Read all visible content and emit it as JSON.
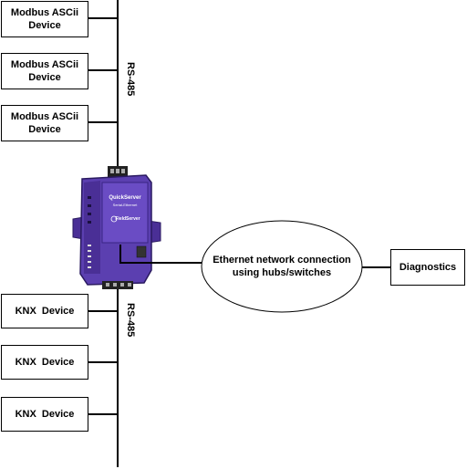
{
  "modbus_devices": [
    {
      "label": "Modbus ASCii Device"
    },
    {
      "label": "Modbus ASCii Device"
    },
    {
      "label": "Modbus ASCii Device"
    }
  ],
  "knx_devices": [
    {
      "label": "KNX  Device"
    },
    {
      "label": "KNX  Device"
    },
    {
      "label": "KNX  Device"
    }
  ],
  "bus_top_label": "RS-485",
  "bus_bottom_label": "RS-485",
  "ethernet_label": "Ethernet network connection using hubs/switches",
  "diagnostics_label": "Diagnostics",
  "gateway": {
    "brand": "QuickServer",
    "subtitle": "Serial-Ethernet",
    "maker": "FieldServer",
    "color": "#5b3fb0",
    "dark_color": "#2e1f6e"
  }
}
